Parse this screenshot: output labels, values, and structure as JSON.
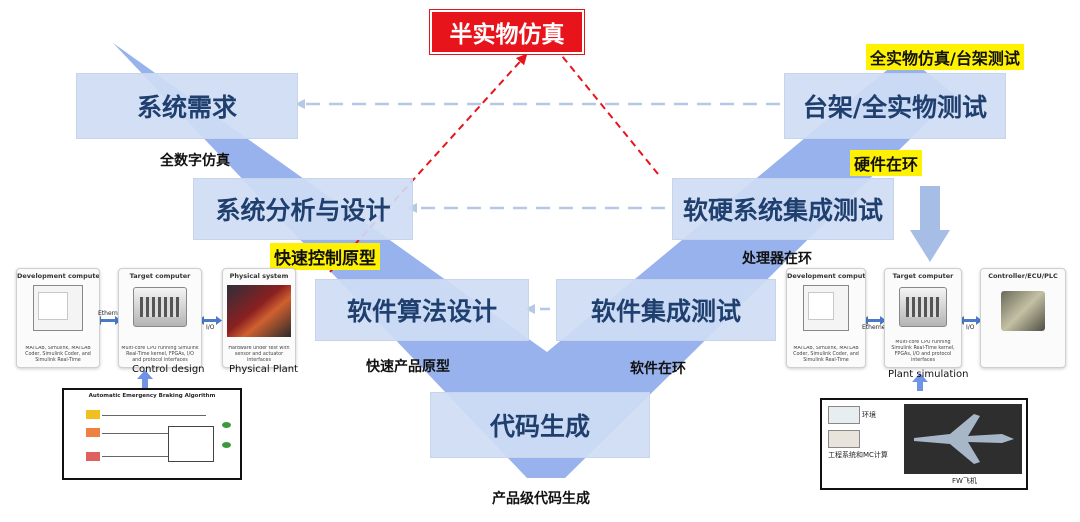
{
  "title": "半实物仿真",
  "v_boxes": {
    "system_requirements": "系统需求",
    "system_analysis_design": "系统分析与设计",
    "software_algorithm_design": "软件算法设计",
    "code_generation": "代码生成",
    "software_integration_test": "软件集成测试",
    "hw_sw_integration_test": "软硬系统集成测试",
    "rig_full_physical_test": "台架/全实物测试"
  },
  "stage_labels": {
    "full_digital_sim": "全数字仿真",
    "rapid_product_prototype": "快速产品原型",
    "production_code_gen": "产品级代码生成",
    "software_in_loop": "软件在环",
    "processor_in_loop": "处理器在环"
  },
  "highlight_labels": {
    "rapid_control_prototype": "快速控制原型",
    "hardware_in_loop": "硬件在环",
    "full_physical_sim_rig_test": "全实物仿真/台架测试"
  },
  "left_setup": {
    "dev_computer": {
      "title": "Development computer",
      "desc": "MATLAB, Simulink, MATLAB Coder, Simulink Coder, and Simulink Real-Time"
    },
    "ethernet": "Ethernet",
    "target_computer": {
      "title": "Target computer",
      "desc": "Multi-core CPU running Simulink Real-Time kernel, FPGAs, I/O and protocol interfaces"
    },
    "io": "I/O",
    "physical_system": {
      "title": "Physical system",
      "desc": "Hardware under test with sensor and actuator interfaces"
    },
    "caption_control": "Control design",
    "caption_plant": "Physical Plant",
    "model_title": "Automatic Emergency Braking Algorithm"
  },
  "right_setup": {
    "dev_computer": {
      "title": "Development computer",
      "desc": "MATLAB, Simulink, MATLAB Coder, Simulink Coder, and Simulink Real-Time"
    },
    "ethernet": "Ethernet",
    "target_computer": {
      "title": "Target computer",
      "desc": "Multi-core CPU running Simulink Real-Time kernel, FPGAs, I/O and protocol interfaces"
    },
    "io": "I/O",
    "controller": {
      "title": "Controller/ECU/PLC"
    },
    "caption_plant_sim": "Plant simulation",
    "sim_labels": {
      "environment": "环境",
      "engineering_system": "工程系统和MC计算",
      "aircraft": "FW飞机"
    }
  },
  "colors": {
    "v_band": "#6f94e6",
    "box_fill": "#cedcf4",
    "box_text": "#1f3f6e",
    "title_red": "#e8141b",
    "highlight_yellow": "#fff200",
    "dashed_arrow": "#b5c8e6",
    "red_dashed": "#e8141b",
    "io_arrow": "#4a7ac8"
  }
}
